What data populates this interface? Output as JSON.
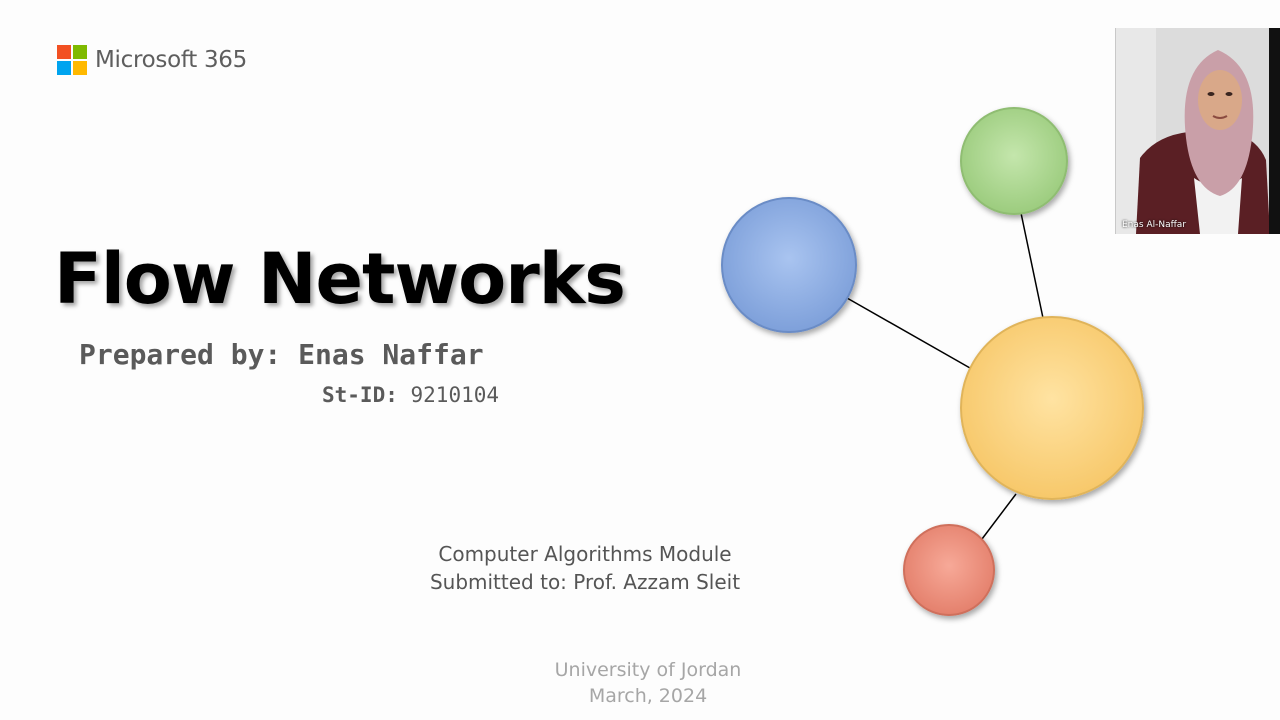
{
  "brand": {
    "name": "Microsoft 365",
    "square_colors": [
      "#f25022",
      "#7fba00",
      "#00a4ef",
      "#ffb900"
    ]
  },
  "slide": {
    "title": "Flow Networks",
    "prepared_by": "Prepared by: Enas Naffar",
    "student_id_label": "St-ID:",
    "student_id": "9210104",
    "module_line1": "Computer Algorithms Module",
    "module_line2": "Submitted to: Prof. Azzam Sleit",
    "university": "University of Jordan",
    "date": "March, 2024"
  },
  "network": {
    "node_colors": {
      "blue": "#8fb1e8",
      "green": "#b2dc96",
      "yellow": "#ffd885",
      "red": "#f39480"
    }
  },
  "webcam": {
    "participant_name": "Enas Al-Naffar"
  }
}
